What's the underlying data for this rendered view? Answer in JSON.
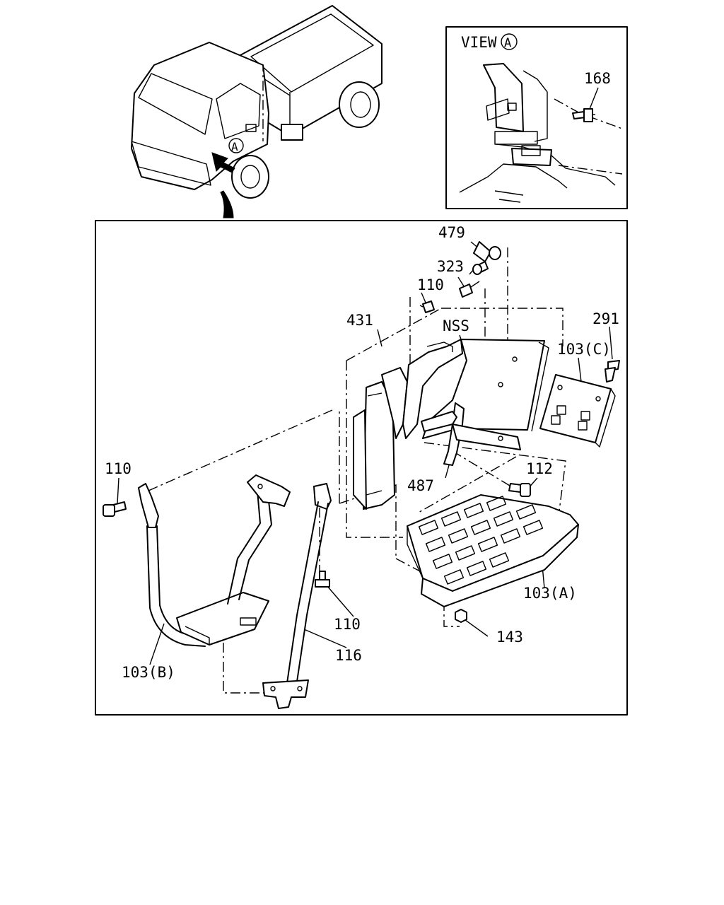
{
  "inset": {
    "view_label": "VIEW",
    "view_letter": "A",
    "callouts": [
      "168"
    ]
  },
  "truck": {
    "marker_letter": "A"
  },
  "main": {
    "callouts": {
      "c479": "479",
      "c323": "323",
      "c110_top": "110",
      "c431": "431",
      "nss": "NSS",
      "c291": "291",
      "c103c": "103(C)",
      "c110_left": "110",
      "c112": "112",
      "c487": "487",
      "c103a": "103(A)",
      "c110_mid": "110",
      "c143": "143",
      "c116": "116",
      "c103b": "103(B)"
    }
  }
}
